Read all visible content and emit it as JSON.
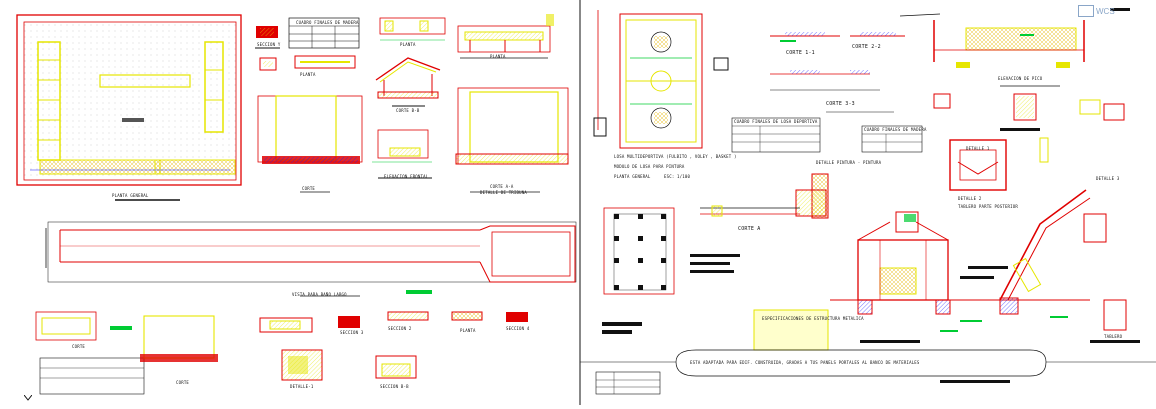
{
  "viewer": {
    "coord_system": "WCS"
  },
  "left_sheet": {
    "labels": {
      "planta_general": "PLANTA GENERAL",
      "seccion_y": "SECCION Y",
      "planta_a": "PLANTA",
      "planta_b": "PLANTA",
      "planta_c": "PLANTA",
      "corte_b_b": "CORTE B-B",
      "corte_a": "CORTE",
      "corte_b": "CORTE",
      "elevacion_frontal": "ELEVACION FRONTAL",
      "corte_a_a": "CORTE A-A",
      "detalle_tribuna": "DETALLE DE TRIBUNA",
      "vista_lateral": "VISTA PARA BAÑO LARGO",
      "detalle_1": "DETALLE-1",
      "seccion_b_b": "SECCION B-B",
      "seccion_2": "SECCION 2",
      "seccion_3": "SECCION 3",
      "seccion_4": "SECCION 4",
      "planta_d": "PLANTA",
      "corte_d": "CORTE",
      "cuadro_acabados": "CUADRO FINALES DE MADERA"
    }
  },
  "right_sheet": {
    "labels": {
      "corte_1_1": "CORTE 1-1",
      "corte_2_2": "CORTE 2-2",
      "corte_3_3": "CORTE 3-3",
      "elevacion_de_pico": "ELEVACION DE PICO",
      "losa_multideportiva": "LOSA MULTIDEPORTIVA (FULBITO , VOLEY , BASKET )",
      "modulo": "MODULO DE LOSA PARA PINTURA",
      "planta_general": "PLANTA GENERAL",
      "escala": "ESC: 1/100",
      "detalle_pintura": "DETALLE PINTURA - PINTURA",
      "detalle_1": "DETALLE 1",
      "detalle_2": "DETALLE 2",
      "detalle_3": "DETALLE 3",
      "tablero": "TABLERO PARTE POSTERIOR",
      "corte_a": "CORTE A",
      "especificaciones": "ESPECIFICACIONES DE ESTRUCTURA METALICA",
      "nota": "ESTA ADAPTADA PARA EDIF. CONSTRUIDA, GRADAS A TUS PANELS PORTALES AL BANCO DE MATERIALES",
      "cuadro_acabados": "CUADRO FINALES DE LOSA DEPORTIVA",
      "cuadro_madera": "CUADRO FINALES DE MADERA",
      "detalle_tablero": "TABLERO"
    }
  },
  "colors": {
    "border": "#e00000",
    "structure": "#e6e600",
    "dimension": "#00cc33",
    "line": "#111111",
    "hatch": "#1a1aff",
    "magenta": "#cc00cc",
    "cyan": "#00aacc"
  }
}
